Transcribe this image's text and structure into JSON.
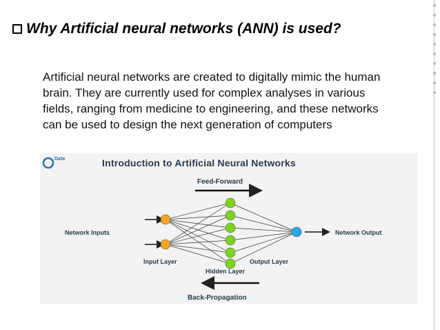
{
  "slide": {
    "heading": "Why Artificial neural networks (ANN) is used?",
    "body": "Artificial neural networks are created to digitally mimic the human brain. They are currently used for complex analyses in various fields, ranging from medicine to engineering, and these networks can be used to design the next generation of computers"
  },
  "diagram": {
    "title": "Introduction to Artificial Neural Networks",
    "logo_text": "Data",
    "labels": {
      "feed_forward": "Feed-Forward",
      "network_inputs": "Network Inputs",
      "input_layer": "Input Layer",
      "hidden_layer": "Hidden Layer",
      "output_layer": "Output Layer",
      "network_output": "Network Output",
      "back_propagation": "Back-Propagation"
    },
    "colors": {
      "input_node": "#f5a623",
      "hidden_node": "#7ed321",
      "output_node": "#29a8e0",
      "title": "#2a3a4a"
    }
  }
}
